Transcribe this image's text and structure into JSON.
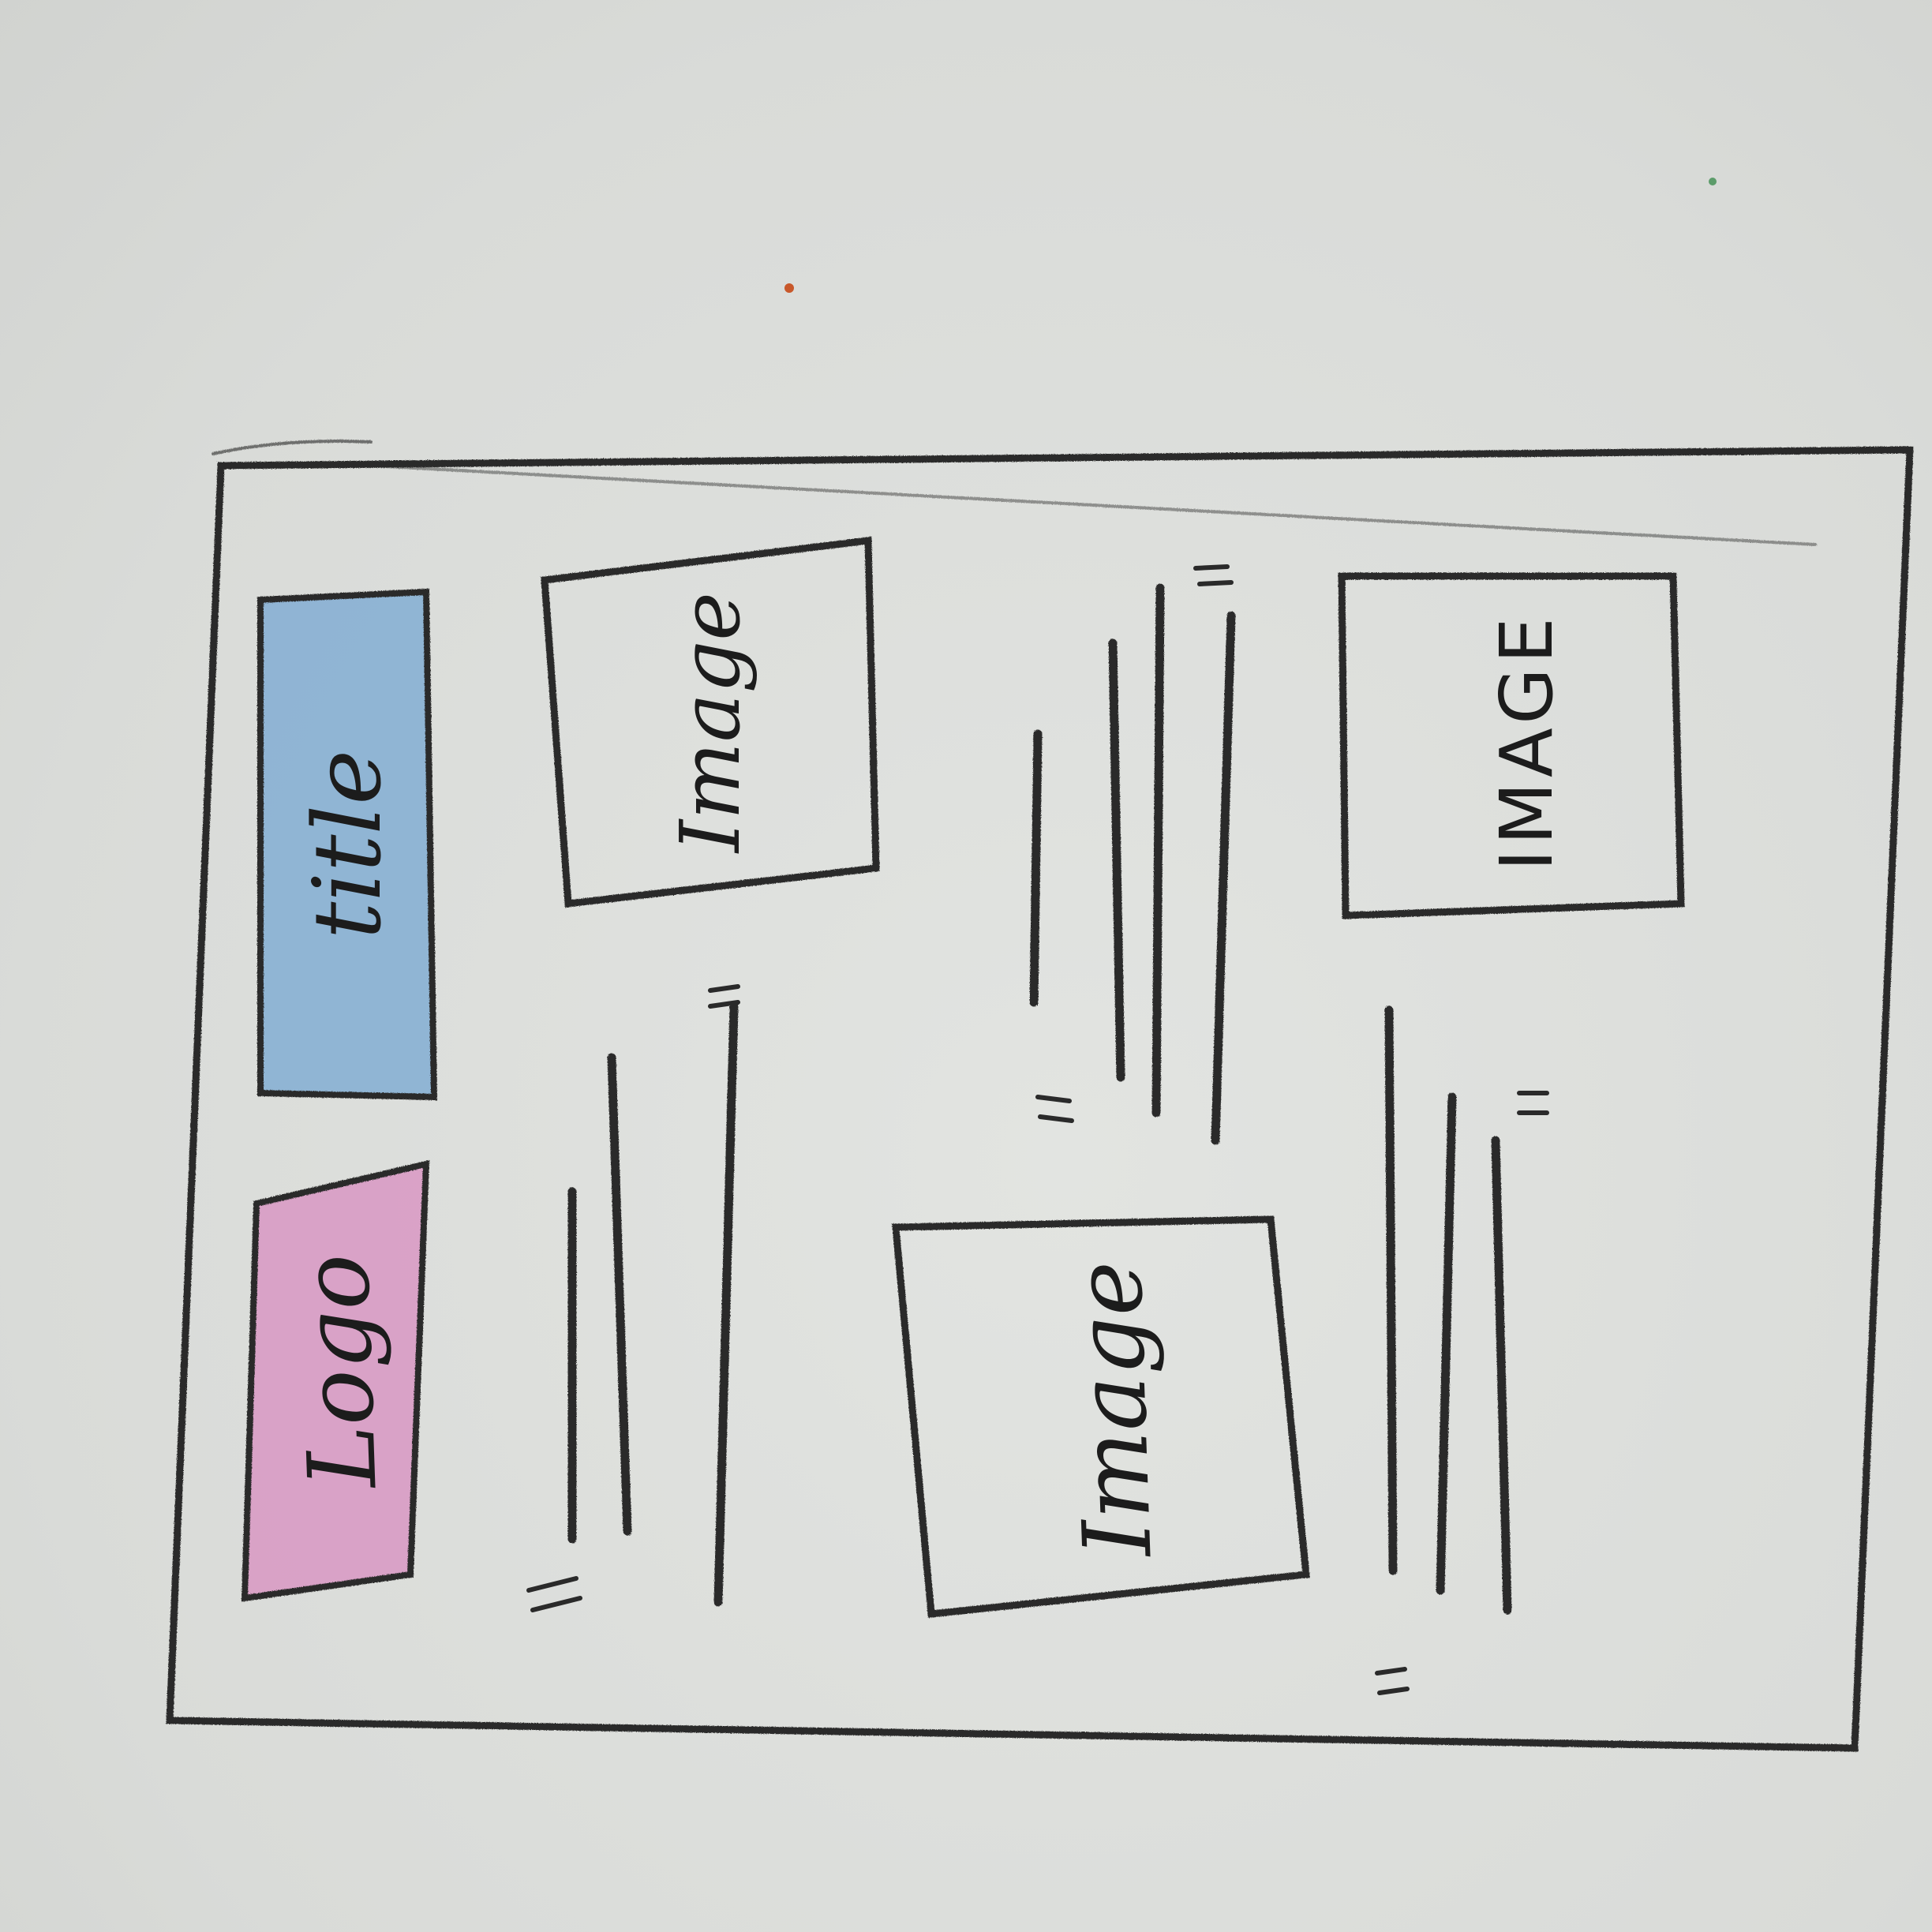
{
  "logo_block": {
    "label": "Logo",
    "fill": "#d88fc0"
  },
  "title_block": {
    "label": "title",
    "fill": "#6fa4d2"
  },
  "image_boxes": [
    {
      "label": "Image"
    },
    {
      "label": "IMAGE"
    },
    {
      "label": "Image"
    }
  ],
  "colors": {
    "pencil": "#2a2a2a",
    "paper": "#dcdedb"
  }
}
